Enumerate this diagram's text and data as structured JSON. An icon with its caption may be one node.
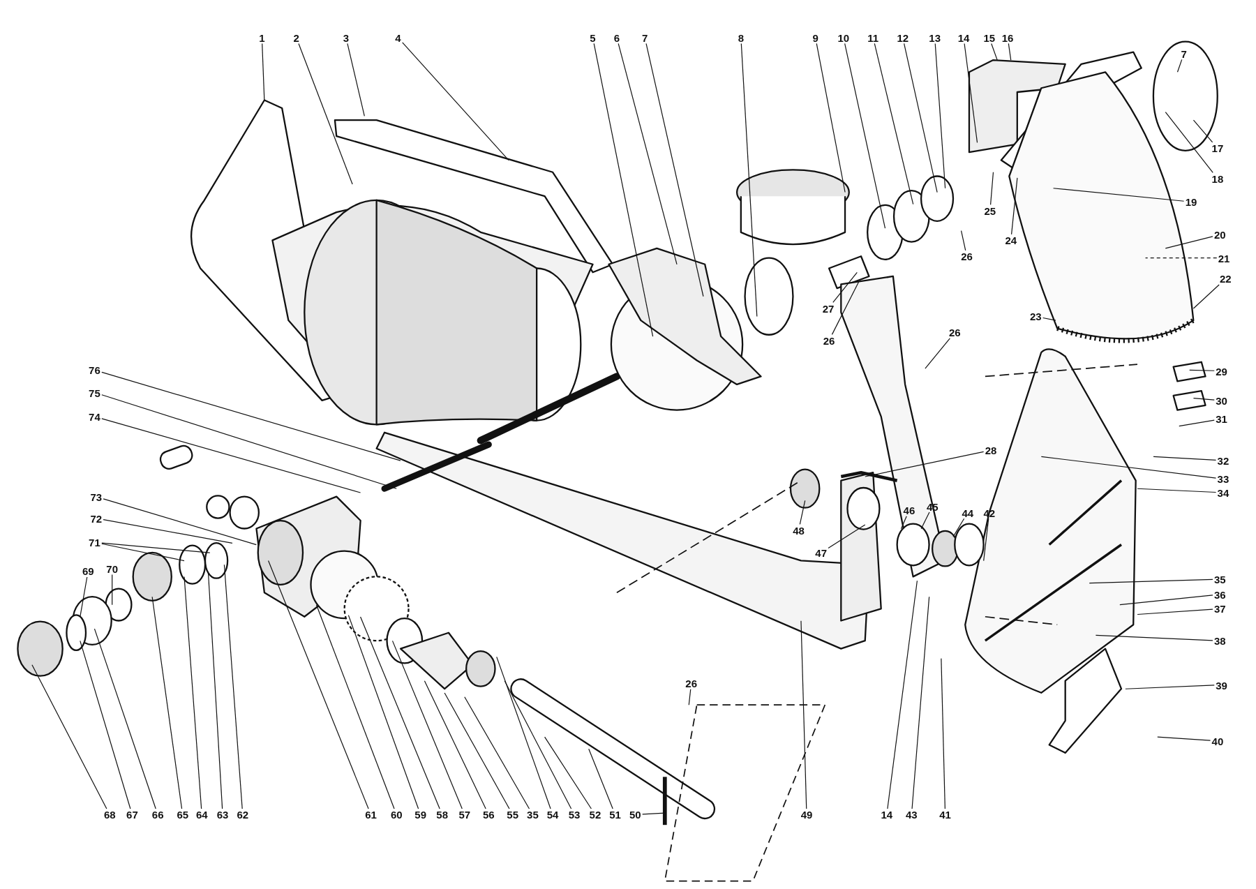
{
  "diagram": {
    "nodes": [
      {
        "text": [
          "1"
        ]
      },
      {
        "text": [
          "2"
        ]
      },
      {
        "text": [
          "3"
        ]
      },
      {
        "text": [
          "4"
        ]
      },
      {
        "text": [
          "5"
        ]
      },
      {
        "text": [
          "6"
        ]
      },
      {
        "text": [
          "7"
        ]
      },
      {
        "text": [
          "8"
        ]
      },
      {
        "text": [
          "9"
        ]
      },
      {
        "text": [
          "10"
        ]
      },
      {
        "text": [
          "11"
        ]
      },
      {
        "text": [
          "12"
        ]
      },
      {
        "text": [
          "13"
        ]
      },
      {
        "text": [
          "14"
        ]
      },
      {
        "text": [
          "15"
        ]
      },
      {
        "text": [
          "16"
        ]
      },
      {
        "text": [
          "7"
        ]
      },
      {
        "text": [
          "17"
        ]
      },
      {
        "text": [
          "18"
        ]
      },
      {
        "text": [
          "25"
        ]
      },
      {
        "text": [
          "19"
        ]
      },
      {
        "text": [
          "24"
        ]
      },
      {
        "text": [
          "20"
        ]
      },
      {
        "text": [
          "26"
        ]
      },
      {
        "text": [
          "21"
        ]
      },
      {
        "text": [
          "22"
        ]
      },
      {
        "text": [
          "27"
        ]
      },
      {
        "text": [
          "23"
        ]
      },
      {
        "text": [
          "26"
        ]
      },
      {
        "text": [
          "26"
        ]
      },
      {
        "text": [
          "76"
        ]
      },
      {
        "text": [
          "29"
        ]
      },
      {
        "text": [
          "75"
        ]
      },
      {
        "text": [
          "30"
        ]
      },
      {
        "text": [
          "74"
        ]
      },
      {
        "text": [
          "31"
        ]
      },
      {
        "text": [
          "28"
        ]
      },
      {
        "text": [
          "32"
        ]
      },
      {
        "text": [
          "33"
        ]
      },
      {
        "text": [
          "34"
        ]
      },
      {
        "text": [
          "73"
        ]
      },
      {
        "text": [
          "72"
        ]
      },
      {
        "text": [
          "46"
        ]
      },
      {
        "text": [
          "45"
        ]
      },
      {
        "text": [
          "44"
        ]
      },
      {
        "text": [
          "42"
        ]
      },
      {
        "text": [
          "71"
        ]
      },
      {
        "text": [
          "48"
        ]
      },
      {
        "text": [
          "47"
        ]
      },
      {
        "text": [
          "69"
        ]
      },
      {
        "text": [
          "70"
        ]
      },
      {
        "text": [
          "35"
        ]
      },
      {
        "text": [
          "36"
        ]
      },
      {
        "text": [
          "37"
        ]
      },
      {
        "text": [
          "38"
        ]
      },
      {
        "text": [
          "26"
        ]
      },
      {
        "text": [
          "39"
        ]
      },
      {
        "text": [
          "40"
        ]
      },
      {
        "text": [
          "68"
        ]
      },
      {
        "text": [
          "67"
        ]
      },
      {
        "text": [
          "66"
        ]
      },
      {
        "text": [
          "65"
        ]
      },
      {
        "text": [
          "64"
        ]
      },
      {
        "text": [
          "63"
        ]
      },
      {
        "text": [
          "62"
        ]
      },
      {
        "text": [
          "61"
        ]
      },
      {
        "text": [
          "60"
        ]
      },
      {
        "text": [
          "59"
        ]
      },
      {
        "text": [
          "58"
        ]
      },
      {
        "text": [
          "57"
        ]
      },
      {
        "text": [
          "56"
        ]
      },
      {
        "text": [
          "55"
        ]
      },
      {
        "text": [
          "35"
        ]
      },
      {
        "text": [
          "54"
        ]
      },
      {
        "text": [
          "53"
        ]
      },
      {
        "text": [
          "52"
        ]
      },
      {
        "text": [
          "51"
        ]
      },
      {
        "text": [
          "50"
        ]
      },
      {
        "text": [
          "49"
        ]
      },
      {
        "text": [
          "14"
        ]
      },
      {
        "text": [
          "43"
        ]
      },
      {
        "text": [
          "41"
        ]
      }
    ],
    "edges": [
      {
        "from": 0,
        "to": null,
        "arrow": "none"
      },
      {
        "from": 1,
        "to": null,
        "arrow": "none"
      },
      {
        "from": 2,
        "to": null,
        "arrow": "none"
      },
      {
        "from": 3,
        "to": null,
        "arrow": "none"
      },
      {
        "from": 4,
        "to": null,
        "arrow": "none"
      },
      {
        "from": 5,
        "to": null,
        "arrow": "none"
      },
      {
        "from": 6,
        "to": null,
        "arrow": "none"
      },
      {
        "from": 7,
        "to": null,
        "arrow": "none"
      },
      {
        "from": 8,
        "to": null,
        "arrow": "none"
      },
      {
        "from": 9,
        "to": null,
        "arrow": "none"
      },
      {
        "from": 10,
        "to": null,
        "arrow": "none"
      },
      {
        "from": 11,
        "to": null,
        "arrow": "none"
      },
      {
        "from": 12,
        "to": null,
        "arrow": "none"
      },
      {
        "from": 13,
        "to": null,
        "arrow": "none"
      },
      {
        "from": 14,
        "to": null,
        "arrow": "none"
      },
      {
        "from": 15,
        "to": null,
        "arrow": "none"
      },
      {
        "from": 16,
        "to": null,
        "arrow": "none"
      },
      {
        "from": 17,
        "to": null,
        "arrow": "none"
      },
      {
        "from": 18,
        "to": null,
        "arrow": "none"
      },
      {
        "from": 19,
        "to": null,
        "arrow": "none"
      },
      {
        "from": 20,
        "to": null,
        "arrow": "none"
      },
      {
        "from": 21,
        "to": null,
        "arrow": "none"
      },
      {
        "from": 22,
        "to": null,
        "arrow": "none"
      },
      {
        "from": 23,
        "to": null,
        "arrow": "none"
      },
      {
        "from": 24,
        "to": null,
        "arrow": "none",
        "style": "dashed"
      },
      {
        "from": 25,
        "to": null,
        "arrow": "none"
      },
      {
        "from": 26,
        "to": null,
        "arrow": "none"
      },
      {
        "from": 27,
        "to": null,
        "arrow": "none"
      },
      {
        "from": 28,
        "to": null,
        "arrow": "none"
      },
      {
        "from": 29,
        "to": null,
        "arrow": "none"
      },
      {
        "from": 30,
        "to": null,
        "arrow": "none"
      },
      {
        "from": 31,
        "to": null,
        "arrow": "none"
      },
      {
        "from": 32,
        "to": null,
        "arrow": "none"
      },
      {
        "from": 33,
        "to": null,
        "arrow": "none"
      },
      {
        "from": 34,
        "to": null,
        "arrow": "none"
      },
      {
        "from": 35,
        "to": null,
        "arrow": "none"
      },
      {
        "from": 36,
        "to": null,
        "arrow": "none"
      },
      {
        "from": 37,
        "to": null,
        "arrow": "none"
      },
      {
        "from": 38,
        "to": null,
        "arrow": "none"
      },
      {
        "from": 39,
        "to": null,
        "arrow": "none"
      },
      {
        "from": 40,
        "to": null,
        "arrow": "none"
      },
      {
        "from": 41,
        "to": null,
        "arrow": "none"
      },
      {
        "from": 42,
        "to": null,
        "arrow": "none"
      },
      {
        "from": 43,
        "to": null,
        "arrow": "none"
      },
      {
        "from": 44,
        "to": null,
        "arrow": "none"
      },
      {
        "from": 45,
        "to": null,
        "arrow": "none"
      },
      {
        "from": 46,
        "to": null,
        "arrow": "none"
      },
      {
        "from": 46,
        "to": null,
        "arrow": "none"
      },
      {
        "from": 47,
        "to": null,
        "arrow": "none"
      },
      {
        "from": 48,
        "to": null,
        "arrow": "none"
      },
      {
        "from": 49,
        "to": null,
        "arrow": "none"
      },
      {
        "from": 50,
        "to": null,
        "arrow": "none"
      },
      {
        "from": 51,
        "to": null,
        "arrow": "none"
      },
      {
        "from": 52,
        "to": null,
        "arrow": "none"
      },
      {
        "from": 53,
        "to": null,
        "arrow": "none"
      },
      {
        "from": 54,
        "to": null,
        "arrow": "none"
      },
      {
        "from": 55,
        "to": null,
        "arrow": "none"
      },
      {
        "from": 56,
        "to": null,
        "arrow": "none"
      },
      {
        "from": 57,
        "to": null,
        "arrow": "none"
      },
      {
        "from": 58,
        "to": null,
        "arrow": "none"
      },
      {
        "from": 59,
        "to": null,
        "arrow": "none"
      },
      {
        "from": 60,
        "to": null,
        "arrow": "none"
      },
      {
        "from": 61,
        "to": null,
        "arrow": "none"
      },
      {
        "from": 62,
        "to": null,
        "arrow": "none"
      },
      {
        "from": 63,
        "to": null,
        "arrow": "none"
      },
      {
        "from": 64,
        "to": null,
        "arrow": "none"
      },
      {
        "from": 65,
        "to": null,
        "arrow": "none"
      },
      {
        "from": 66,
        "to": null,
        "arrow": "none"
      },
      {
        "from": 67,
        "to": null,
        "arrow": "none"
      },
      {
        "from": 68,
        "to": null,
        "arrow": "none"
      },
      {
        "from": 69,
        "to": null,
        "arrow": "none"
      },
      {
        "from": 70,
        "to": null,
        "arrow": "none"
      },
      {
        "from": 71,
        "to": null,
        "arrow": "none"
      },
      {
        "from": 72,
        "to": null,
        "arrow": "none"
      },
      {
        "from": 73,
        "to": null,
        "arrow": "none"
      },
      {
        "from": 74,
        "to": null,
        "arrow": "none"
      },
      {
        "from": 75,
        "to": null,
        "arrow": "none"
      },
      {
        "from": 76,
        "to": null,
        "arrow": "none"
      },
      {
        "from": 77,
        "to": null,
        "arrow": "none"
      },
      {
        "from": 78,
        "to": null,
        "arrow": "none"
      },
      {
        "from": 79,
        "to": null,
        "arrow": "none"
      },
      {
        "from": 80,
        "to": null,
        "arrow": "none"
      },
      {
        "from": 81,
        "to": null,
        "arrow": "none"
      }
    ]
  }
}
